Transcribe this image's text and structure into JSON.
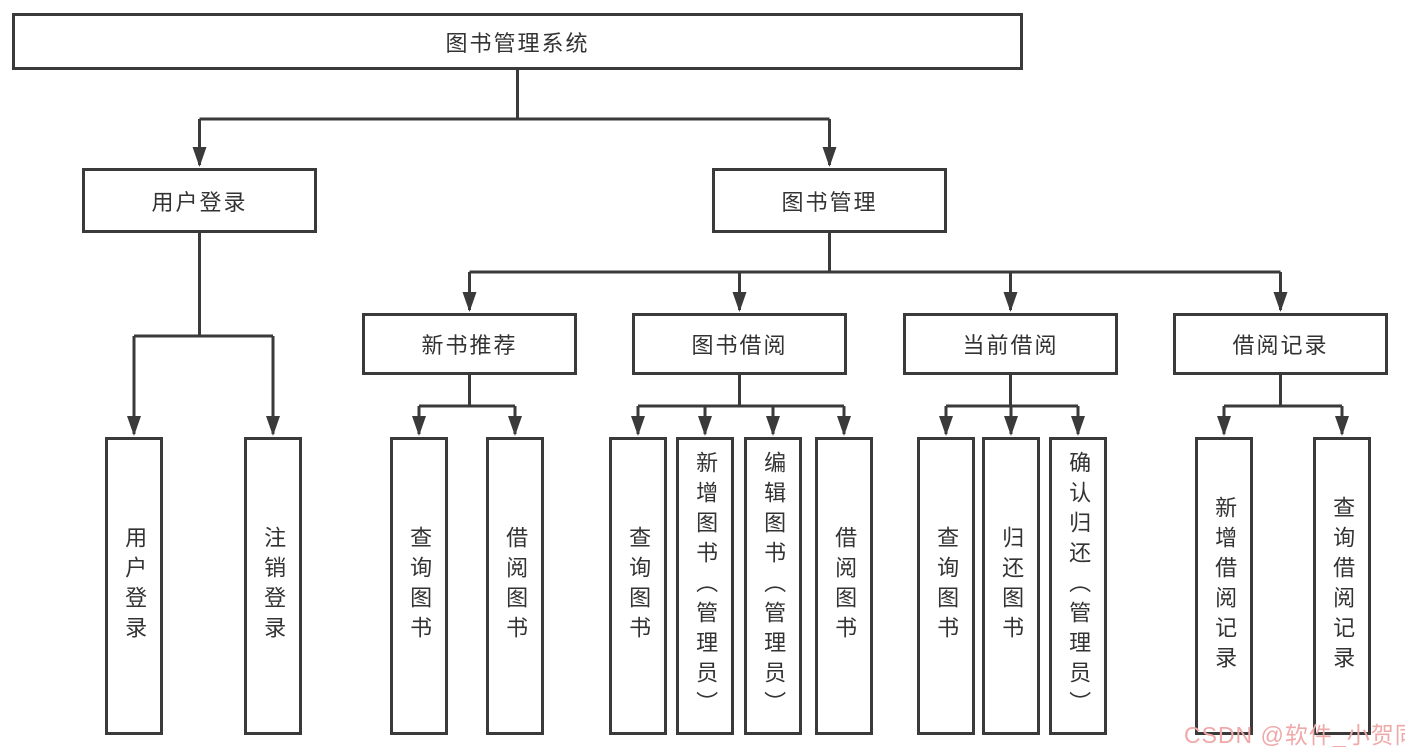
{
  "diagram": {
    "root": "图书管理系统",
    "user_login": {
      "label": "用户登录",
      "children": [
        "用户登录",
        "注销登录"
      ]
    },
    "book_mgmt": {
      "label": "图书管理",
      "sections": {
        "new_book": {
          "label": "新书推荐",
          "children": [
            "查询图书",
            "借阅图书"
          ]
        },
        "book_borrow": {
          "label": "图书借阅",
          "children": [
            "查询图书",
            "新增图书（管理员）",
            "编辑图书（管理员）",
            "借阅图书"
          ]
        },
        "current_borrow": {
          "label": "当前借阅",
          "children": [
            "查询图书",
            "归还图书",
            "确认归还（管理员）"
          ]
        },
        "borrow_record": {
          "label": "借阅记录",
          "children": [
            "新增借阅记录",
            "查询借阅记录"
          ]
        }
      }
    }
  },
  "watermark": {
    "text": "CSDN @软件_小贺同学",
    "color": "#efa9a9"
  },
  "colors": {
    "line": "#3a3a3a",
    "text": "#333333",
    "background": "#ffffff"
  }
}
